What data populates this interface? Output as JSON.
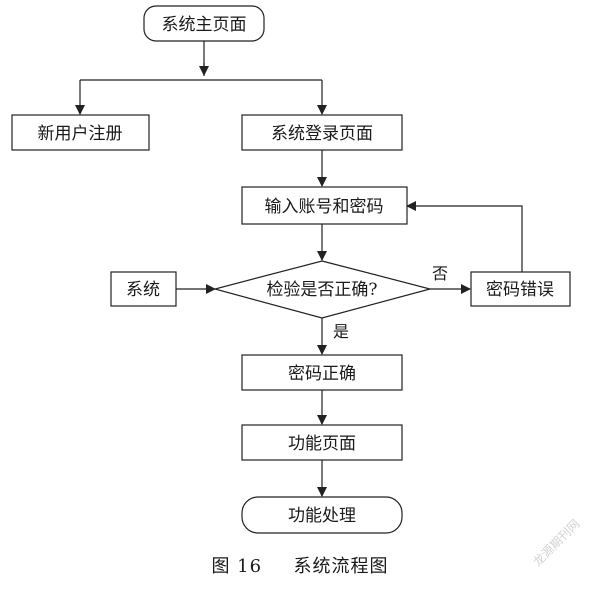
{
  "nodes": {
    "main_page": "系统主页面",
    "new_user_register": "新用户注册",
    "login_page": "系统登录页面",
    "enter_credentials": "输入账号和密码",
    "system": "系统",
    "check": "检验是否正确?",
    "password_wrong": "密码错误",
    "password_correct": "密码正确",
    "function_page": "功能页面",
    "function_process": "功能处理"
  },
  "edges": {
    "no_label": "否",
    "yes_label": "是"
  },
  "caption": {
    "figure_number": "图 16",
    "figure_title": "系统流程图"
  },
  "watermark": "龙源期刊网"
}
